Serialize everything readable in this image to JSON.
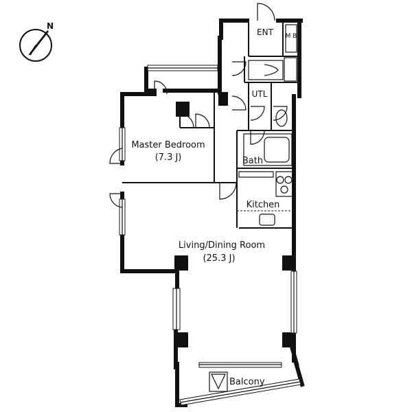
{
  "compass": {
    "label": "N"
  },
  "rooms": {
    "entrance": "ENT",
    "meter_box": "M B",
    "utility": "UTL",
    "master_bedroom": {
      "name": "Master Bedroom",
      "size": "(7.3 J)"
    },
    "bath": "Bath",
    "kitchen": "Kitchen",
    "living_dining": {
      "name": "Living/Dining Room",
      "size": "(25.3 J)"
    },
    "balcony": "Balcony"
  }
}
